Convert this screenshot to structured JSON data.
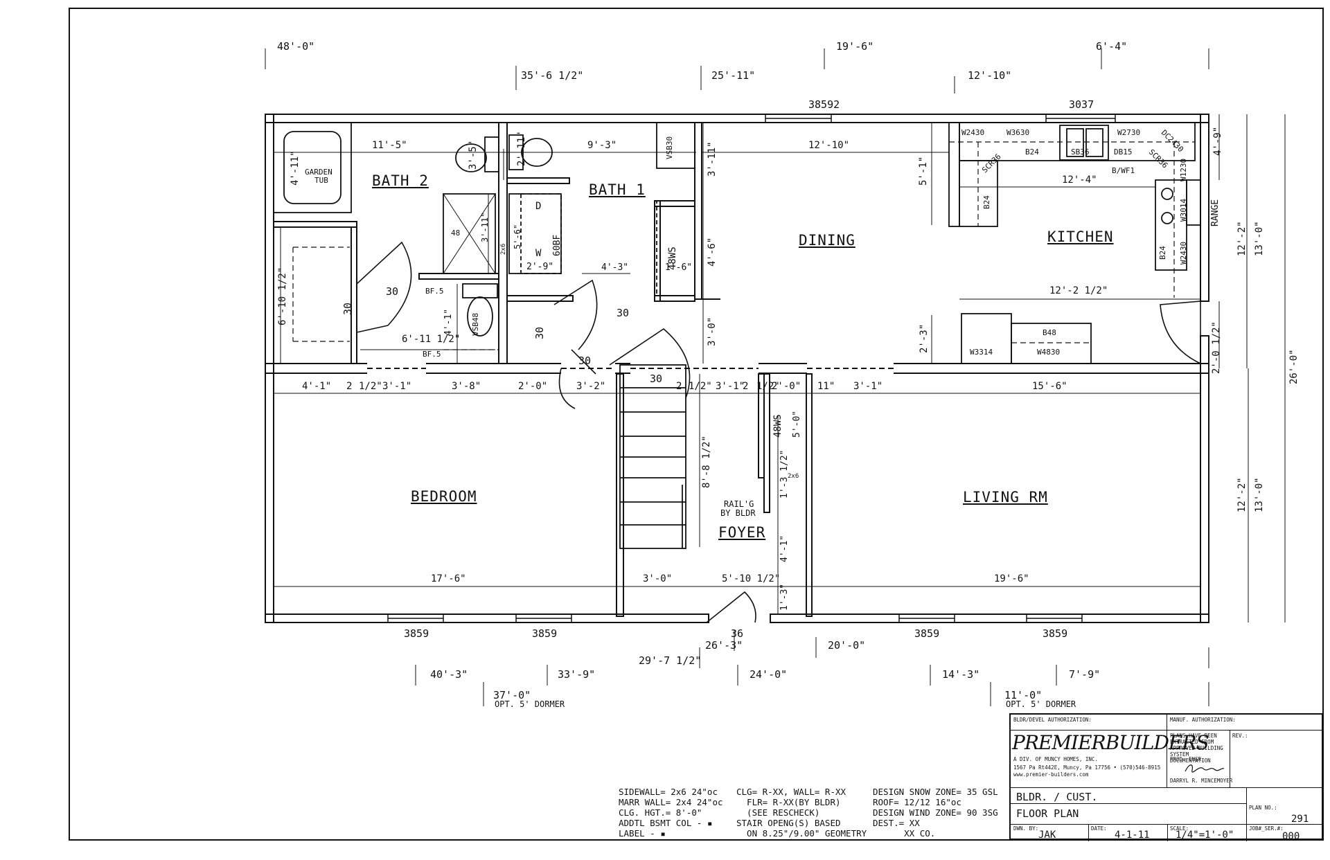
{
  "rooms": {
    "bath2": "BATH 2",
    "bath1": "BATH 1",
    "dining": "DINING",
    "kitchen": "KITCHEN",
    "bedroom": "BEDROOM",
    "living": "LIVING RM",
    "foyer": "FOYER"
  },
  "overall_dims": {
    "top1": "48'-0\"",
    "top2": "35'-6 1/2\"",
    "top3": "25'-11\"",
    "top4": "19'-6\"",
    "top5": "12'-10\"",
    "top6": "6'-4\"",
    "bot1": "40'-3\"",
    "bot2": "37'-0\"",
    "bot2b": "OPT. 5' DORMER",
    "bot3": "33'-9\"",
    "bot4": "29'-7 1/2\"",
    "bot5": "26'-3\"",
    "bot6": "24'-0\"",
    "bot7": "20'-0\"",
    "bot8": "14'-3\"",
    "bot9": "11'-0\"",
    "bot9b": "OPT. 5' DORMER",
    "bot10": "7'-9\"",
    "right1": "4'-9\"",
    "right2": "12'-2\"",
    "right3": "13'-0\"",
    "right4": "26'-0\"",
    "right5": "2'-0 1/2\"",
    "right6": "12'-2\"",
    "right7": "13'-0\""
  },
  "windows": {
    "w1": "38592",
    "w2": "3037",
    "w3": "3859",
    "w4": "3859",
    "w5": "36",
    "w6": "3859",
    "w7": "3859"
  },
  "interior_dims": {
    "d1": "11'-5\"",
    "d2": "9'-3\"",
    "d3": "12'-10\"",
    "d4": "12'-4\"",
    "d5": "12'-2 1/2\"",
    "d6": "4'-11\"",
    "d7": "3'-5\"",
    "d8": "2'-11\"",
    "d9": "3'-11\"",
    "d10": "5'-1\"",
    "d11": "4'-6\"",
    "d12": "3'-0\"",
    "d13": "2'-3\"",
    "d14": "6'-10 1/2\"",
    "d15": "3'-11\"",
    "d16": "5'-6\"",
    "d17": "2'-9\"",
    "d18": "4'-3\"",
    "d19": "1'-6\"",
    "d20": "4'-1\"",
    "d21": "6'-11 1/2\"",
    "r1": "4'-1\"",
    "r2": "2",
    "r3": "1/2\"",
    "r4": "3'-1\"",
    "r5": "3'-8\"",
    "r6": "2'-0\"",
    "r7": "3'-2\"",
    "r8": "2",
    "r9": "1/2\"",
    "r10": "3'-1\"",
    "r11": "2",
    "r12": "1/2\"",
    "r13": "2'-0\"",
    "r14": "11\"",
    "r15": "3'-1\"",
    "r16": "15'-6\"",
    "e1": "17'-6\"",
    "e2": "3'-0\"",
    "e3": "5'-10 1/2\"",
    "e4": "19'-6\"",
    "e5": "8'-8 1/2\"",
    "e6": "5'-0\"",
    "e7": "1'-3 1/2\"",
    "e8": "4'-1\"",
    "e9": "1'-3\""
  },
  "fixtures": {
    "garden_tub": "GARDEN",
    "garden_tub2": "TUB",
    "shower": "48",
    "bf1": "BF.5",
    "bf2": "BF.5",
    "vsb48": "VSB48",
    "vsb30": "VSB30",
    "d": "D",
    "w": "W",
    "w6obf": "60BF",
    "ws48a": "48WS",
    "ws48b": "48WS",
    "x2x6a": "2x6",
    "x2x6b": "2x6",
    "door30a": "30",
    "door30b": "30",
    "door30c": "30",
    "door30d": "30",
    "door30e": "30",
    "door30f": "30",
    "railg": "RAIL'G",
    "bybldr": "BY BLDR",
    "k1": "W2430",
    "k2": "W3630",
    "k3": "W2730",
    "k4": "DC2430",
    "k5": "B24",
    "k6": "SB36",
    "k7": "DB15",
    "k8": "SCR36",
    "k9": "SCR36",
    "k10": "B/WF1",
    "k11": "W1230",
    "k12": "B24",
    "k13": "W3014",
    "k14": "RANGE",
    "k15": "B24",
    "k16": "W2430",
    "k17": "B48",
    "k18": "W3314",
    "k19": "W4830"
  },
  "notes": {
    "c1": [
      "SIDEWALL=  2x6 24\"oc",
      "MARR WALL= 2x4 24\"oc",
      "CLG. HGT.=  8'-0\"",
      "ADDTL BSMT COL - ▪",
      "LABEL - ▪"
    ],
    "c2": [
      "CLG= R-XX, WALL= R-XX",
      "  FLR= R-XX(BY BLDR)",
      "  (SEE RESCHECK)",
      "STAIR OPENG(S) BASED",
      "  ON 8.25\"/9.00\" GEOMETRY"
    ],
    "c3": [
      "DESIGN SNOW ZONE= 35 GSL",
      "ROOF= 12/12 16\"oc",
      "DESIGN WIND ZONE= 90 3SG",
      "DEST.= XX",
      "      XX CO."
    ]
  },
  "title_block": {
    "bldr_auth": "BLDR/DEVEL AUTHORIZATION:",
    "manuf_auth": "MANUF. AUTHORIZATION:",
    "brand": "PREMIERBUILDERS",
    "brand_sub": "A DIV. OF MUNCY HOMES, INC.",
    "address": "1567 Pa Rt442E, Muncy, Pa 17756 • (570)546-8915",
    "web": "www.premier-builders.com",
    "extract_note": "PLANS HAVE BEEN EXTRACTED FROM APPROVED BUILDING SYSTEM DOCUMENTATION",
    "prod_engr": "PROD. ENGR.",
    "engr_name": "DARRYL R. MINCEMOYER",
    "rev": "REV.:",
    "customer": "BLDR. / CUST.",
    "sheet": "FLOOR PLAN",
    "plan_no_label": "PLAN NO.:",
    "plan_no": "291",
    "dwn_by_label": "DWN. BY:",
    "dwn_by": "JAK",
    "date_label": "DATE:",
    "date": "4-1-11",
    "scale_label": "SCALE:",
    "scale": "1/4\"=1'-0\"",
    "job_label": "JOB#_SER.#:",
    "job": "000"
  }
}
